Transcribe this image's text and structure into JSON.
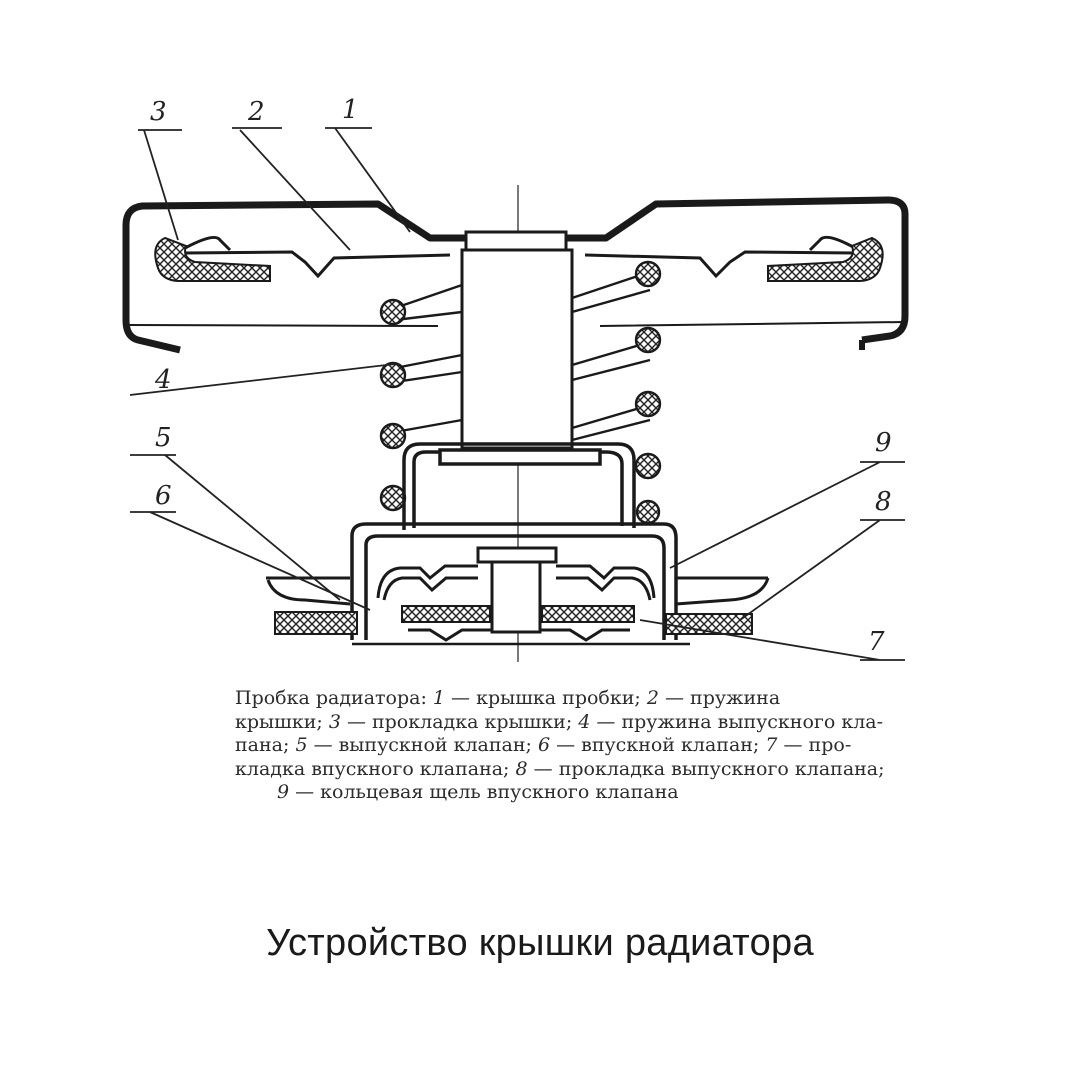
{
  "diagram": {
    "callouts": [
      {
        "id": "label-3",
        "text": "3"
      },
      {
        "id": "label-2",
        "text": "2"
      },
      {
        "id": "label-1",
        "text": "1"
      },
      {
        "id": "label-4",
        "text": "4"
      },
      {
        "id": "label-5",
        "text": "5"
      },
      {
        "id": "label-6",
        "text": "6"
      },
      {
        "id": "label-9",
        "text": "9"
      },
      {
        "id": "label-8",
        "text": "8"
      },
      {
        "id": "label-7",
        "text": "7"
      }
    ]
  },
  "caption": {
    "lines": [
      [
        {
          "t": "Пробка радиатора: "
        },
        {
          "t": "1",
          "i": true
        },
        {
          "t": " — крышка пробки; "
        },
        {
          "t": "2",
          "i": true
        },
        {
          "t": " — пружина"
        }
      ],
      [
        {
          "t": "крышки; "
        },
        {
          "t": "3",
          "i": true
        },
        {
          "t": " — прокладка крышки; "
        },
        {
          "t": "4",
          "i": true
        },
        {
          "t": " — пружина выпускного кла-"
        }
      ],
      [
        {
          "t": "пана; "
        },
        {
          "t": "5",
          "i": true
        },
        {
          "t": " — выпускной клапан; "
        },
        {
          "t": "6",
          "i": true
        },
        {
          "t": " — впускной клапан; "
        },
        {
          "t": "7",
          "i": true
        },
        {
          "t": " — про-"
        }
      ],
      [
        {
          "t": "кладка впускного клапана; "
        },
        {
          "t": "8",
          "i": true
        },
        {
          "t": " — прокладка выпускного клапана;"
        }
      ],
      [
        {
          "t": "9",
          "i": true
        },
        {
          "t": " — кольцевая щель впускного клапана"
        }
      ]
    ]
  },
  "title": "Устройство крышки радиатора"
}
